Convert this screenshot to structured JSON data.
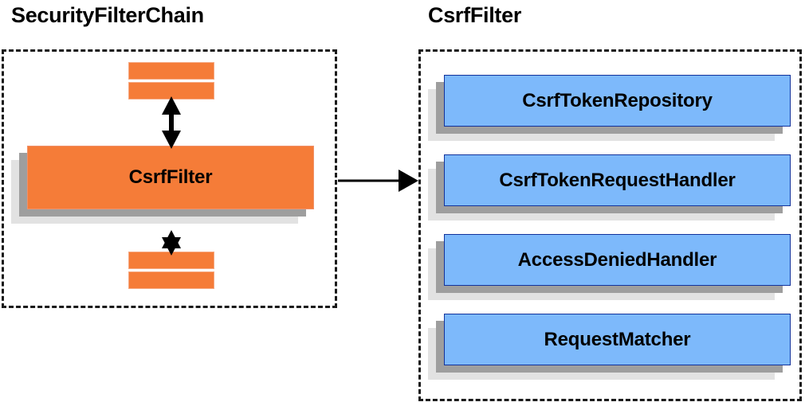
{
  "diagram": {
    "background": "#ffffff",
    "panels": [
      {
        "id": "security-filter-chain",
        "title": "SecurityFilterChain",
        "border_style": "dashed",
        "border_color": "#1a1a1a",
        "bars": [
          {
            "id": "bar-top-1",
            "label": ""
          },
          {
            "id": "bar-top-2",
            "label": ""
          },
          {
            "id": "bar-bottom-1",
            "label": ""
          },
          {
            "id": "bar-bottom-2",
            "label": ""
          }
        ],
        "cards": [
          {
            "id": "csrf-filter-card",
            "label": "CsrfFilter",
            "fill": "#f57c38",
            "border": "#f0916a",
            "shadow_mid": "#9e9e9e",
            "shadow_back": "#e2e2e2"
          }
        ],
        "connectors": [
          {
            "id": "arrow-top",
            "type": "double-headed-vertical"
          },
          {
            "id": "arrow-bottom",
            "type": "double-headed-vertical"
          }
        ]
      },
      {
        "id": "csrf-filter",
        "title": "CsrfFilter",
        "border_style": "dashed",
        "border_color": "#1a1a1a",
        "cards": [
          {
            "id": "csrf-token-repository",
            "label": "CsrfTokenRepository",
            "fill": "#7db9fb",
            "border": "#12329b",
            "shadow_mid": "#9e9e9e",
            "shadow_back": "#e2e2e2"
          },
          {
            "id": "csrf-token-request-handler",
            "label": "CsrfTokenRequestHandler",
            "fill": "#7db9fb",
            "border": "#12329b",
            "shadow_mid": "#9e9e9e",
            "shadow_back": "#e2e2e2"
          },
          {
            "id": "access-denied-handler",
            "label": "AccessDeniedHandler",
            "fill": "#7db9fb",
            "border": "#12329b",
            "shadow_mid": "#9e9e9e",
            "shadow_back": "#e2e2e2"
          },
          {
            "id": "request-matcher",
            "label": "RequestMatcher",
            "fill": "#7db9fb",
            "border": "#12329b",
            "shadow_mid": "#9e9e9e",
            "shadow_back": "#e2e2e2"
          }
        ]
      }
    ],
    "cross_panel_connector": {
      "id": "csrf-filter-expansion-arrow",
      "type": "single-headed-horizontal",
      "from": "security-filter-chain",
      "to": "csrf-filter",
      "color": "#000000"
    }
  }
}
